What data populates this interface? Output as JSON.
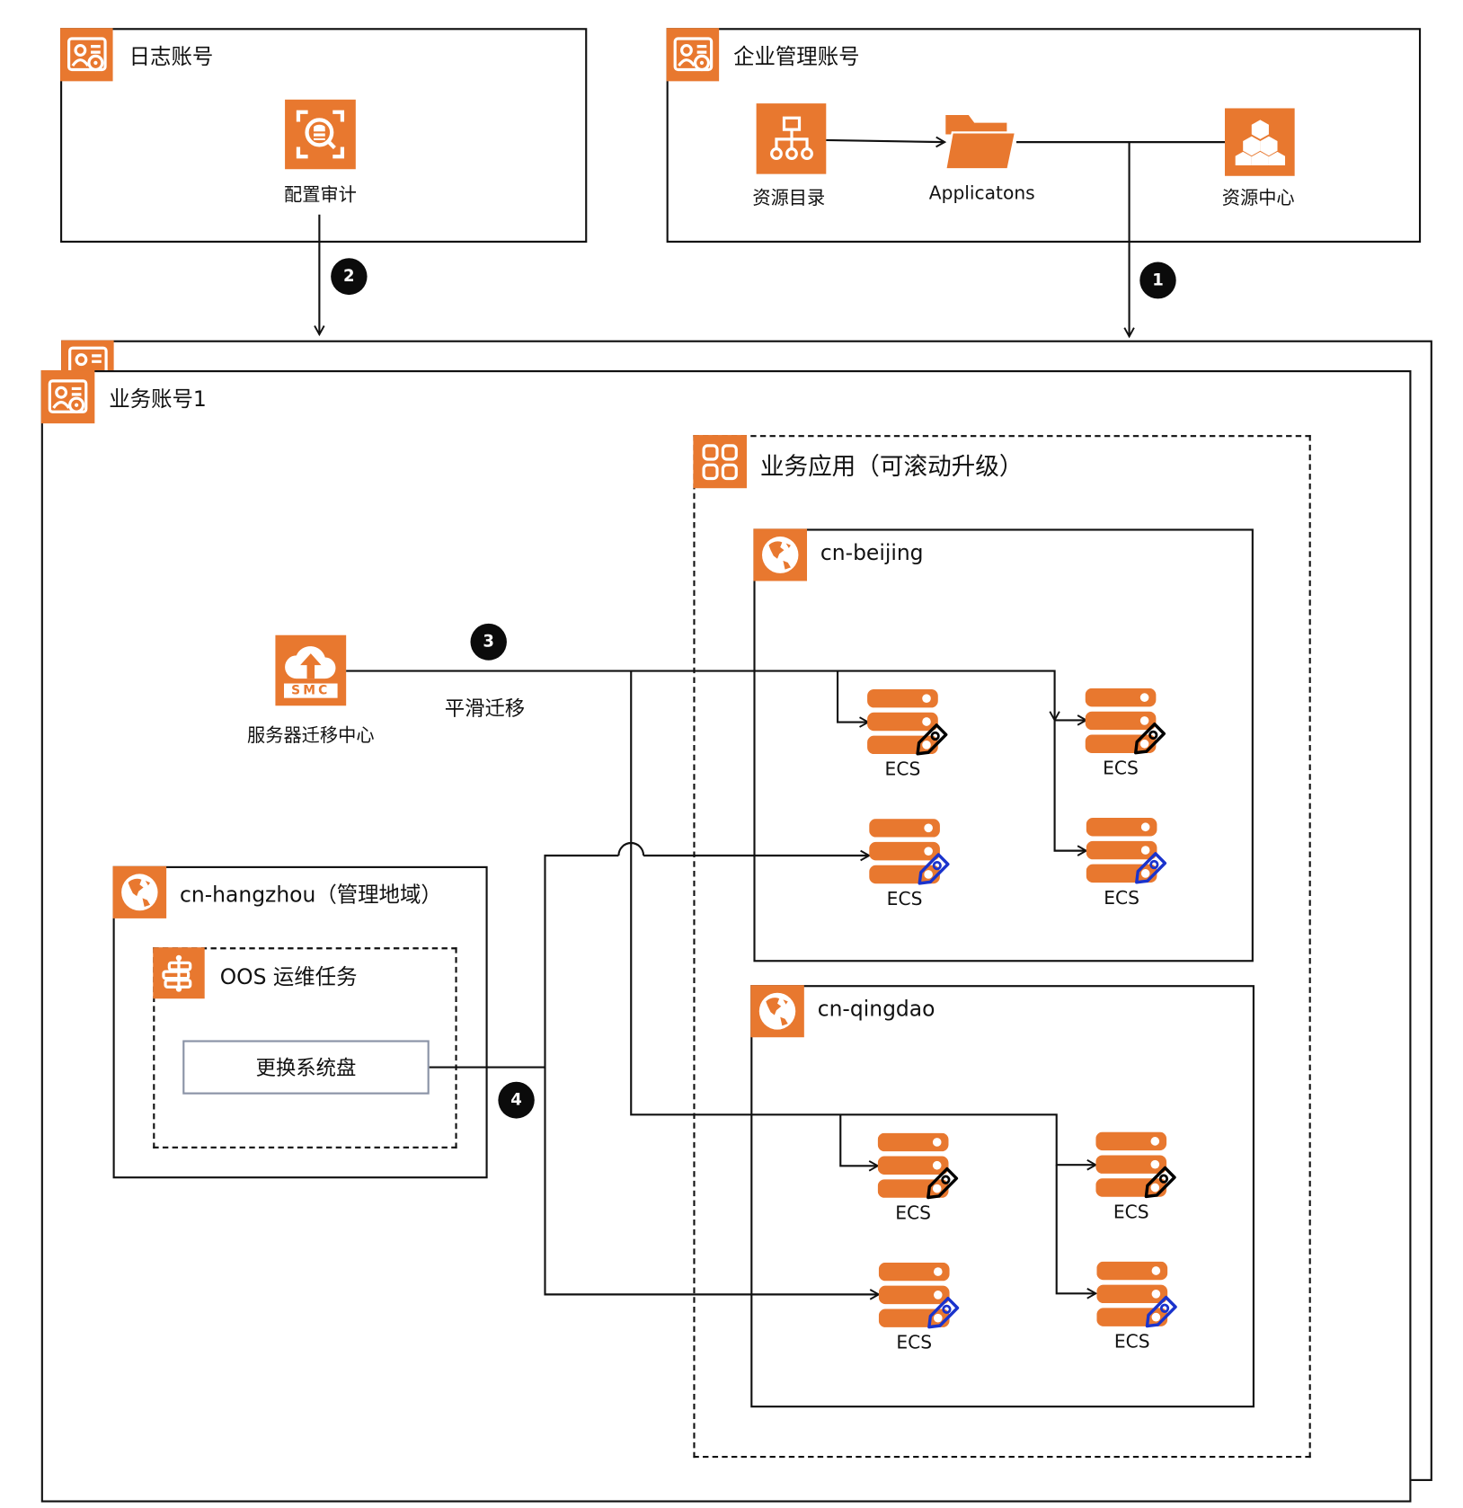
{
  "accounts": {
    "log": {
      "title": "日志账号",
      "service": {
        "label": "配置审计",
        "icon": "config-audit-icon"
      }
    },
    "enterprise": {
      "title": "企业管理账号",
      "services": [
        {
          "label": "资源目录",
          "icon": "resource-directory-icon"
        },
        {
          "label": "Applicatons",
          "icon": "folder-icon"
        },
        {
          "label": "资源中心",
          "icon": "resource-center-icon"
        }
      ]
    },
    "business": {
      "title": "业务账号1"
    }
  },
  "smc": {
    "label": "服务器迁移中心",
    "badge_text": "SMC",
    "icon": "cloud-upload-icon"
  },
  "migration_label": "平滑迁移",
  "steps": [
    "1",
    "2",
    "3",
    "4"
  ],
  "business_app": {
    "title": "业务应用（可滚动升级）",
    "icon": "apps-grid-icon"
  },
  "regions": {
    "beijing": {
      "title": "cn-beijing"
    },
    "qingdao": {
      "title": "cn-qingdao"
    },
    "hangzhou": {
      "title": "cn-hangzhou（管理地域）"
    }
  },
  "oos": {
    "title": "OOS 运维任务",
    "task_label": "更换系统盘"
  },
  "ecs": {
    "label": "ECS",
    "instances": [
      {
        "region": "cn-beijing",
        "tag_color": "#000000",
        "source": "smc"
      },
      {
        "region": "cn-beijing",
        "tag_color": "#000000",
        "source": "smc"
      },
      {
        "region": "cn-beijing",
        "tag_color": "#1a33cc",
        "source": "oos"
      },
      {
        "region": "cn-beijing",
        "tag_color": "#1a33cc",
        "source": "smc"
      },
      {
        "region": "cn-qingdao",
        "tag_color": "#000000",
        "source": "smc"
      },
      {
        "region": "cn-qingdao",
        "tag_color": "#000000",
        "source": "smc"
      },
      {
        "region": "cn-qingdao",
        "tag_color": "#1a33cc",
        "source": "oos"
      },
      {
        "region": "cn-qingdao",
        "tag_color": "#1a33cc",
        "source": "smc"
      }
    ]
  },
  "colors": {
    "brand_orange": "#E8782F",
    "line": "#111111",
    "tag_black": "#000000",
    "tag_blue": "#1a33cc",
    "task_border": "#8a93a6"
  }
}
